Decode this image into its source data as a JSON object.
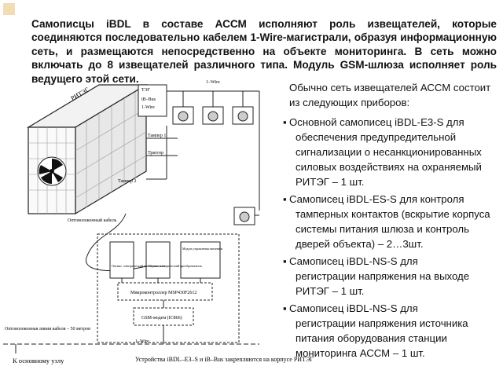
{
  "header": {
    "intro": "Самописцы iBDL в составе АССМ исполняют роль извещателей, которые соединяются последовательно кабелем 1-Wire-магистрали, образуя информационную сеть, и размещаются непосредственно на объекте мониторинга. В сеть можно включать до 8 извещателей различного типа. Модуль GSM-шлюза исполняет роль ведущего этой сети."
  },
  "right": {
    "lead": "Обычно сеть извещателей АССМ состоит из следующих приборов:",
    "bullet_mark": "▪",
    "items": [
      {
        "head": "Основной самописец iBDL-E3-S для",
        "rest": "обеспечения предупредительной сигнализации о несанкционированных силовых воздействиях на охраняемый РИТЭГ – 1 шт."
      },
      {
        "head": "Самописец iBDL-ES-S для контроля",
        "rest": "тамперных контактов (вскрытие корпуса системы питания шлюза и контроль дверей объекта) – 2…3шт."
      },
      {
        "head": "Самописец  iBDL-NS-S для",
        "rest": "регистрации напряжения на выходе РИТЭГ – 1 шт."
      },
      {
        "head": "Самописец  iBDL-NS-S для",
        "rest": "регистрации напряжения источника питания оборудования станции мониторинга АССМ – 1 шт."
      }
    ]
  },
  "diagram": {
    "ritag_label": "РИТЭГ",
    "box_labels": [
      "ТЭГ",
      "iB–Bus",
      "1-Wire"
    ],
    "tamper1": "Тампер 1",
    "trigger": "Триггер",
    "tamper2": "Тампер 2",
    "optic_cable": "Оптоволоконный кабель",
    "board_left_label": "Оптико- электрический преобразователь",
    "board_mid_label": "Оптико- электрический преобразователь",
    "board_right_label": "Модуль управления питанием",
    "micro_label": "Микроконтроллер MSP430F2612",
    "gsm_label": "GSM-модем (IC866)",
    "onewire_top": "1–Wire",
    "onewire_bottom": "1–Wire",
    "cable_note": "Оптоволоконная линия кабеля – 50 метров",
    "footer_left": "К основному узлу",
    "footer_center": "Устройства iBDL–E3–S и iB–Bus закрепляются на корпусе РИТЭГ"
  }
}
